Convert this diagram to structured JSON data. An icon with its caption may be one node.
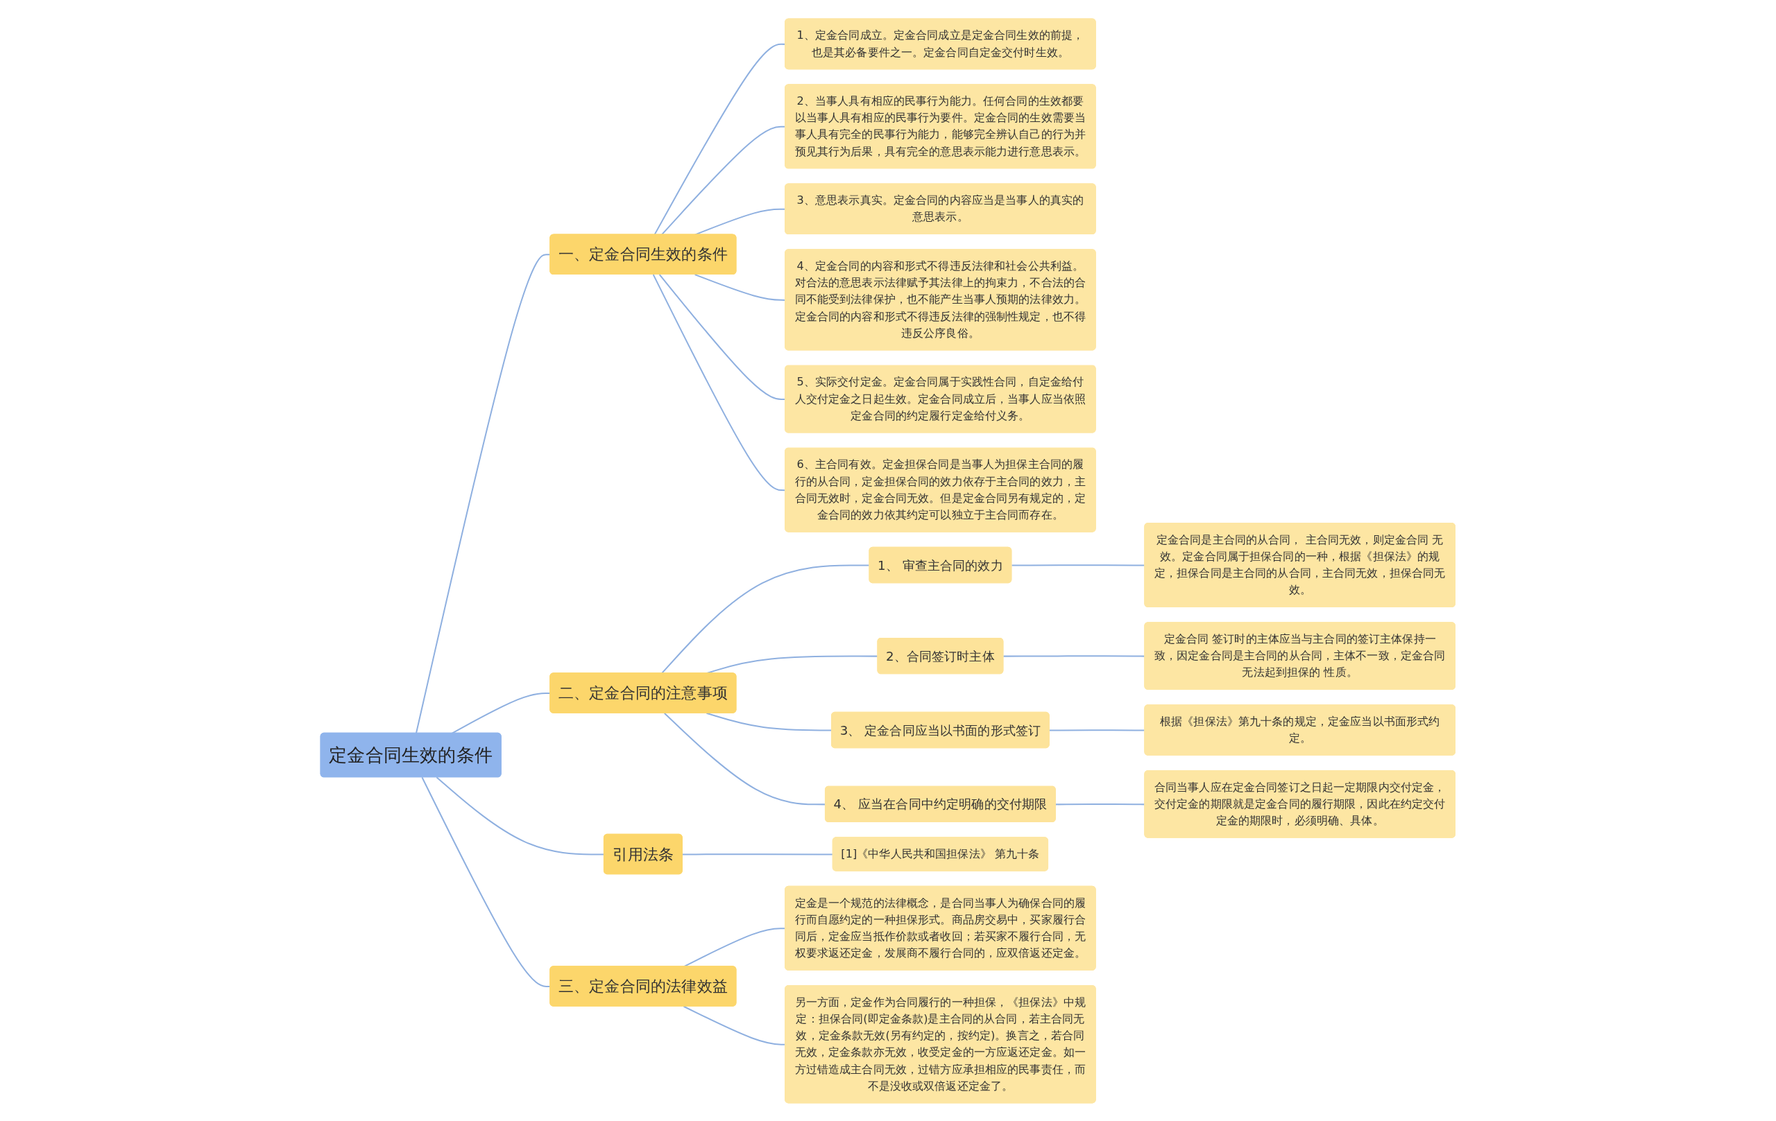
{
  "diagram": {
    "nodes": [
      {
        "text": [
          "定金合同生效的条件"
        ]
      },
      {
        "text": [
          "一、定金合同生效的条件"
        ]
      },
      {
        "text": [
          "1、定金合同成立。定金合同成立是定金合同生效的前提，也是其必备要件之一。定金合同自定金交付时生效。"
        ]
      },
      {
        "text": [
          "2、当事人具有相应的民事行为能力。任何合同的生效都要以当事人具有相应的民事行为要件。定金合同的生效需要当事人具有完全的民事行为能力，能够完全辨认自己的行为并预见其行为后果，具有完全的意思表示能力进行意思表示。"
        ]
      },
      {
        "text": [
          "3、意思表示真实。定金合同的内容应当是当事人的真实的意思表示。"
        ]
      },
      {
        "text": [
          "4、定金合同的内容和形式不得违反法律和社会公共利益。对合法的意思表示法律赋予其法律上的拘束力，不合法的合同不能受到法律保护，也不能产生当事人预期的法律效力。定金合同的内容和形式不得违反法律的强制性规定，也不得违反公序良俗。"
        ]
      },
      {
        "text": [
          "5、实际交付定金。定金合同属于实践性合同，自定金给付人交付定金之日起生效。定金合同成立后，当事人应当依照定金合同的约定履行定金给付义务。"
        ]
      },
      {
        "text": [
          "6、主合同有效。定金担保合同是当事人为担保主合同的履行的从合同，定金担保合同的效力依存于主合同的效力，主合同无效时，定金合同无效。但是定金合同另有规定的，定金合同的效力依其约定可以独立于主合同而存在。"
        ]
      },
      {
        "text": [
          "二、定金合同的注意事项"
        ]
      },
      {
        "text": [
          "1、 审查主合同的效力"
        ]
      },
      {
        "text": [
          "定金合同是主合同的从合同， 主合同无效，则定金合同 无效。定金合同属于担保合同的一种，根据《担保法》的规定，担保合同是主合同的从合同，主合同无效，担保合同无效。"
        ]
      },
      {
        "text": [
          "2、合同签订时主体"
        ]
      },
      {
        "text": [
          "定金合同 签订时的主体应当与主合同的签订主体保持一致，因定金合同是主合同的从合同，主体不一致，定金合同无法起到担保的 性质。"
        ]
      },
      {
        "text": [
          "3、 定金合同应当以书面的形式签订"
        ]
      },
      {
        "text": [
          "根据《担保法》第九十条的规定，定金应当以书面形式约定。"
        ]
      },
      {
        "text": [
          "4、 应当在合同中约定明确的交付期限"
        ]
      },
      {
        "text": [
          "合同当事人应在定金合同签订之日起一定期限内交付定金，交付定金的期限就是定金合同的履行期限，因此在约定交付定金的期限时，必须明确、具体。"
        ]
      },
      {
        "text": [
          "引用法条"
        ]
      },
      {
        "text": [
          "[1]《中华人民共和国担保法》 第九十条"
        ]
      },
      {
        "text": [
          "三、定金合同的法律效益"
        ]
      },
      {
        "text": [
          "定金是一个规范的法律概念，是合同当事人为确保合同的履行而自愿约定的一种担保形式。商品房交易中，买家履行合同后，定金应当抵作价款或者收回；若买家不履行合同，无权要求返还定金，发展商不履行合同的，应双倍返还定金。"
        ]
      },
      {
        "text": [
          "另一方面，定金作为合同履行的一种担保，《担保法》中规定：担保合同(即定金条款)是主合同的从合同，若主合同无效，定金条款无效(另有约定的，按约定)。换言之，若合同无效，定金条款亦无效，收受定金的一方应返还定金。如一方过错造成主合同无效，过错方应承担相应的民事责任，而不是没收或双倍返还定金了。"
        ]
      }
    ],
    "edges": [
      {
        "from": 0,
        "to": 1,
        "arrow": "none"
      },
      {
        "from": 1,
        "to": 2,
        "arrow": "none"
      },
      {
        "from": 1,
        "to": 3,
        "arrow": "none"
      },
      {
        "from": 1,
        "to": 4,
        "arrow": "none"
      },
      {
        "from": 1,
        "to": 5,
        "arrow": "none"
      },
      {
        "from": 1,
        "to": 6,
        "arrow": "none"
      },
      {
        "from": 1,
        "to": 7,
        "arrow": "none"
      },
      {
        "from": 0,
        "to": 8,
        "arrow": "none"
      },
      {
        "from": 8,
        "to": 9,
        "arrow": "none"
      },
      {
        "from": 9,
        "to": 10,
        "arrow": "none"
      },
      {
        "from": 8,
        "to": 11,
        "arrow": "none"
      },
      {
        "from": 11,
        "to": 12,
        "arrow": "none"
      },
      {
        "from": 8,
        "to": 13,
        "arrow": "none"
      },
      {
        "from": 13,
        "to": 14,
        "arrow": "none"
      },
      {
        "from": 8,
        "to": 15,
        "arrow": "none"
      },
      {
        "from": 15,
        "to": 16,
        "arrow": "none"
      },
      {
        "from": 0,
        "to": 17,
        "arrow": "none"
      },
      {
        "from": 17,
        "to": 18,
        "arrow": "none"
      },
      {
        "from": 0,
        "to": 19,
        "arrow": "none"
      },
      {
        "from": 19,
        "to": 20,
        "arrow": "none"
      },
      {
        "from": 19,
        "to": 21,
        "arrow": "none"
      }
    ]
  }
}
